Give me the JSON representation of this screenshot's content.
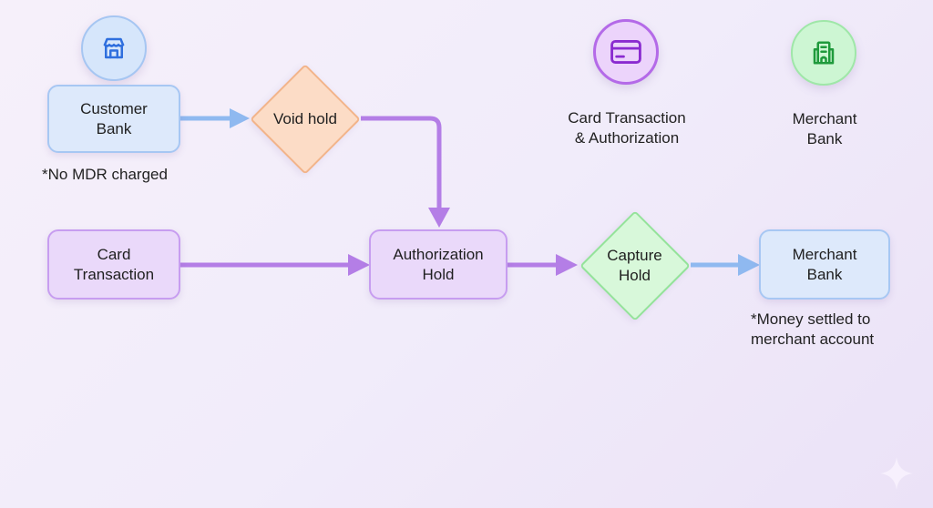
{
  "colors": {
    "blue_edge": "#8fb9f0",
    "purple_edge": "#b47ee6",
    "blue_icon": "#2f6fde",
    "purple_icon": "#8a2bd0",
    "green_icon": "#1f9a3c"
  },
  "legend": [
    {
      "icon": "store-icon",
      "label": ""
    },
    {
      "icon": "credit-card-icon",
      "label": "Card Transaction\n& Authorization"
    },
    {
      "icon": "building-icon",
      "label": "Merchant\nBank"
    }
  ],
  "nodes": {
    "customer_bank": "Customer\nBank",
    "void_hold": "Void hold",
    "card_transaction": "Card\nTransaction",
    "authorization_hold": "Authorization\nHold",
    "capture_hold": "Capture\nHold",
    "merchant_bank": "Merchant\nBank"
  },
  "notes": {
    "customer_bank": "*No MDR charged",
    "merchant_bank": "*Money settled to\nmerchant account"
  },
  "edges": [
    {
      "from": "customer_bank",
      "to": "void_hold",
      "color": "blue"
    },
    {
      "from": "void_hold",
      "to": "authorization_hold",
      "color": "purple"
    },
    {
      "from": "card_transaction",
      "to": "authorization_hold",
      "color": "purple"
    },
    {
      "from": "authorization_hold",
      "to": "capture_hold",
      "color": "purple"
    },
    {
      "from": "capture_hold",
      "to": "merchant_bank",
      "color": "blue"
    }
  ]
}
